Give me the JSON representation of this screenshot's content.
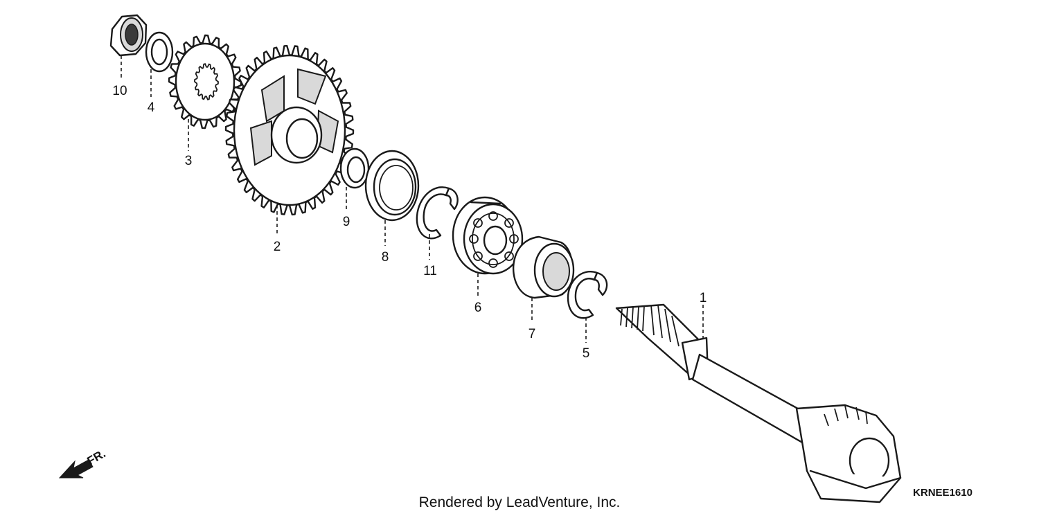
{
  "callouts": {
    "c1": "1",
    "c2": "2",
    "c3": "3",
    "c4": "4",
    "c5": "5",
    "c6": "6",
    "c7": "7",
    "c8": "8",
    "c9": "9",
    "c10": "10",
    "c11": "11"
  },
  "direction_label": "FR.",
  "footer_text": "Rendered by LeadVenture, Inc.",
  "diagram_code": "KRNEE1610"
}
